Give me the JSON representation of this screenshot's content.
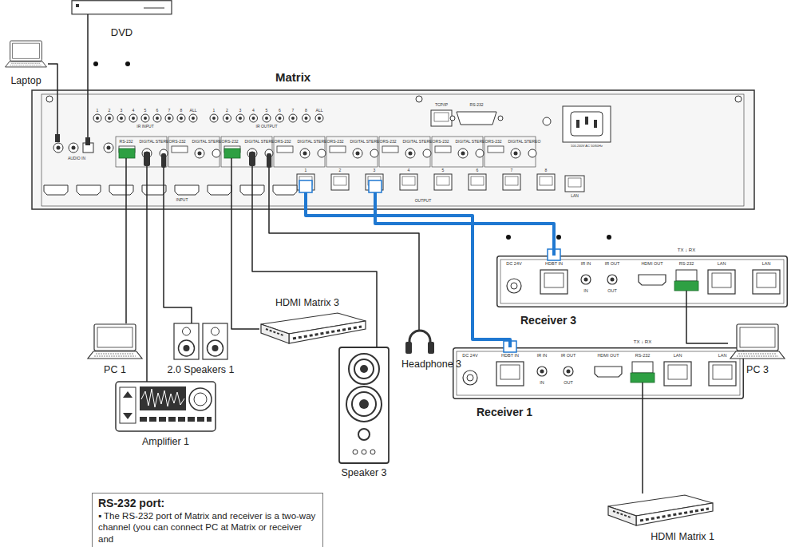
{
  "diagram": {
    "nodes": [
      {
        "text": [
          "DVD"
        ]
      },
      {
        "text": [
          "Laptop"
        ]
      },
      {
        "text": [
          "Matrix"
        ]
      },
      {
        "text": [
          "Receiver 3"
        ]
      },
      {
        "text": [
          "PC 1"
        ]
      },
      {
        "text": [
          "2.0 Speakers 1"
        ]
      },
      {
        "text": [
          "HDMI Matrix 3"
        ]
      },
      {
        "text": [
          "Headphone 3"
        ]
      },
      {
        "text": [
          "PC 3"
        ]
      },
      {
        "text": [
          "Receiver 1"
        ]
      },
      {
        "text": [
          "Amplifier 1"
        ]
      },
      {
        "text": [
          "Speaker 3"
        ]
      },
      {
        "text": [
          "RS-232 port:",
          "▪ The RS-232 port of Matrix and receiver is a two-way channel (you can connect PC at Matrix or receiver and"
        ]
      },
      {
        "text": [
          "HDMI Matrix 1"
        ]
      }
    ],
    "edges": [
      {
        "from": 0,
        "to": 2,
        "arrow": "none"
      },
      {
        "from": 1,
        "to": 2,
        "arrow": "none"
      },
      {
        "from": 2,
        "to": 4,
        "arrow": "none"
      },
      {
        "from": 2,
        "to": 10,
        "arrow": "none"
      },
      {
        "from": 2,
        "to": 5,
        "arrow": "none"
      },
      {
        "from": 2,
        "to": 6,
        "arrow": "none"
      },
      {
        "from": 2,
        "to": 11,
        "arrow": "none"
      },
      {
        "from": 2,
        "to": 7,
        "arrow": "none"
      },
      {
        "from": 2,
        "to": 9,
        "arrow": "none"
      },
      {
        "from": 2,
        "to": 3,
        "arrow": "none"
      },
      {
        "from": 3,
        "to": 8,
        "arrow": "none"
      },
      {
        "from": 9,
        "to": 13,
        "arrow": "none"
      }
    ],
    "labels": [
      "IR INPUT",
      "IR OUTPUT",
      "TCP/IP",
      "RS-232",
      "AUDIO IN",
      "INPUT",
      "OUTPUT",
      "LAN",
      "100-240V AC 50/60Hz",
      "1",
      "2",
      "3",
      "4",
      "5",
      "6",
      "7",
      "8",
      "ALL",
      "1",
      "2",
      "3",
      "4",
      "5",
      "6",
      "7",
      "8",
      "ALL",
      "RS-232",
      "DIGITAL",
      "STEREO",
      "RS-232",
      "DIGITAL",
      "STEREO",
      "RS-232",
      "DIGITAL",
      "STEREO",
      "RS-232",
      "DIGITAL",
      "STEREO",
      "RS-232",
      "DIGITAL",
      "STEREO",
      "RS-232",
      "DIGITAL",
      "STEREO",
      "RS-232",
      "DIGITAL",
      "STEREO",
      "RS-232",
      "DIGITAL",
      "STEREO",
      "1",
      "2",
      "3",
      "4",
      "5",
      "6",
      "7",
      "8",
      "DC 24V",
      "HDBT IN",
      "IR IN",
      "IR OUT",
      "IN",
      "OUT",
      "HDMI OUT",
      "TX ↓ RX",
      "RS-232",
      "LAN",
      "LAN",
      "DC 24V",
      "HDBT IN",
      "IR IN",
      "IR OUT",
      "IN",
      "OUT",
      "HDMI OUT",
      "TX ↓ RX",
      "RS-232",
      "LAN",
      "LAN"
    ]
  }
}
